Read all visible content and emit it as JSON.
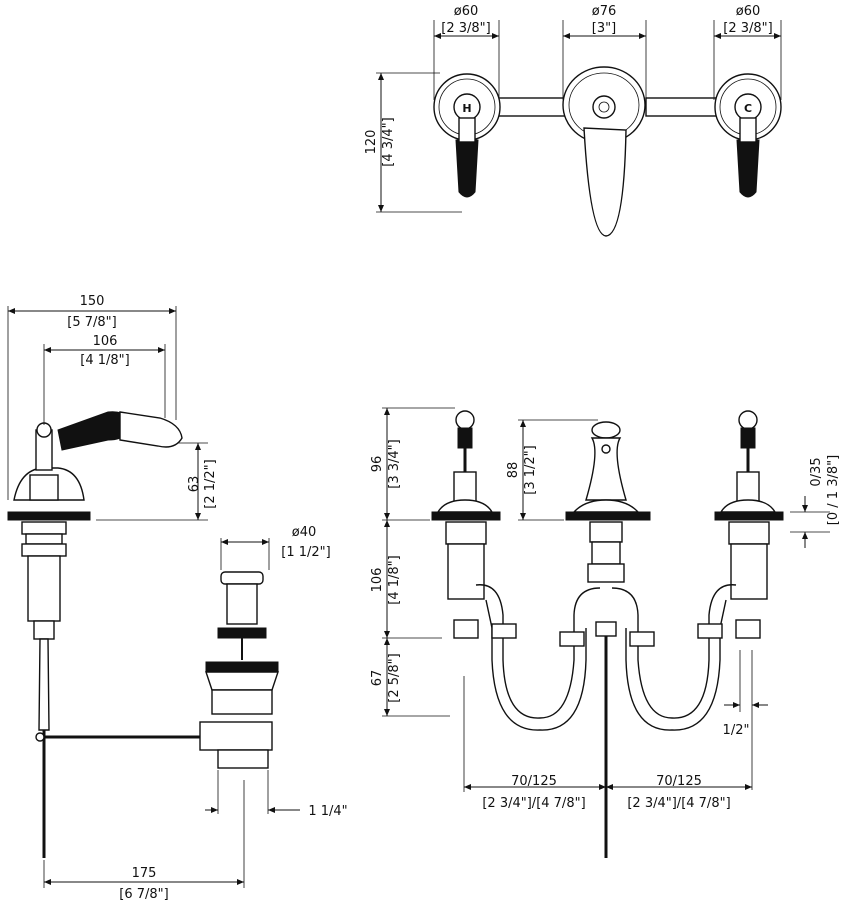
{
  "top_view": {
    "dims": {
      "left_diameter": "ø60",
      "left_diameter_in": "[2 3/8\"]",
      "center_diameter": "ø76",
      "center_diameter_in": "[3\"]",
      "right_diameter": "ø60",
      "right_diameter_in": "[2 3/8\"]",
      "height": "120",
      "height_in": "[4 3/4\"]"
    },
    "handle_labels": {
      "hot": "H",
      "cold": "C"
    }
  },
  "side_view": {
    "dims": {
      "width": "150",
      "width_in": "[5 7/8\"]",
      "spout_reach": "106",
      "spout_reach_in": "[4 1/8\"]",
      "height": "63",
      "height_in": "[2 1/2\"]",
      "drain_diameter": "ø40",
      "drain_diameter_in": "[1 1/2\"]",
      "drain_outlet": "1 1/4\"",
      "offset": "175",
      "offset_in": "[6 7/8\"]"
    }
  },
  "front_view": {
    "dims": {
      "handle_height": "96",
      "handle_height_in": "[3 3/4\"]",
      "spout_height": "88",
      "spout_height_in": "[3 1/2\"]",
      "body_height": "106",
      "body_height_in": "[4 1/8\"]",
      "hose_depth": "67",
      "hose_depth_in": "[2 5/8\"]",
      "deck_thickness": "0/35",
      "deck_thickness_in": "[0 / 1 3/8\"]",
      "connection": "1/2\"",
      "spacing_left": "70/125",
      "spacing_left_in": "[2 3/4\"]/[4 7/8\"]",
      "spacing_right": "70/125",
      "spacing_right_in": "[2 3/4\"]/[4 7/8\"]"
    }
  }
}
